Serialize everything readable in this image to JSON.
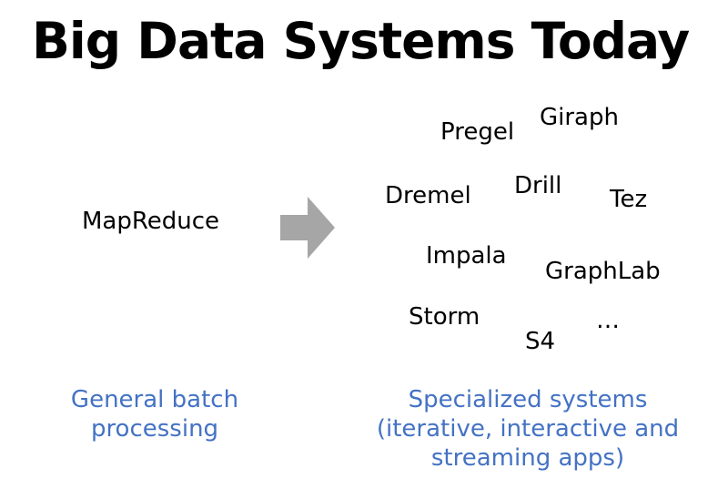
{
  "title": "Big Data Systems Today",
  "left": {
    "system": "MapReduce",
    "caption": [
      "General batch",
      "processing"
    ]
  },
  "right": {
    "systems": [
      "Pregel",
      "Giraph",
      "Dremel",
      "Drill",
      "Tez",
      "Impala",
      "GraphLab",
      "Storm",
      "S4",
      "…"
    ],
    "caption": [
      "Specialized systems",
      "(iterative, interactive and",
      "streaming apps)"
    ]
  },
  "colors": {
    "caption": "#4472c4",
    "arrow": "#a6a6a6"
  },
  "icons": {
    "arrow": "right-arrow-icon"
  }
}
